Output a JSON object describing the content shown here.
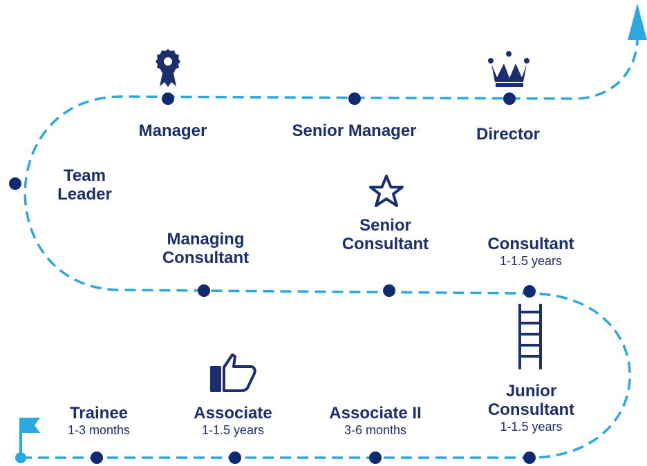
{
  "colors": {
    "path": "#2aa8df",
    "navy": "#1b2e6e",
    "marker": "#0e2a72",
    "start_point": "#2aa8df"
  },
  "icons": {
    "start": "flag-icon",
    "manager": "award-ribbon-icon",
    "director": "crown-icon",
    "senior_consultant": "star-icon",
    "junior_consultant": "ladder-icon",
    "associate": "thumbs-up-icon",
    "end": "arrow-up-icon"
  },
  "stages": {
    "trainee": {
      "title": "Trainee",
      "duration": "1-3 months"
    },
    "associate": {
      "title": "Associate",
      "duration": "1-1.5 years"
    },
    "associate_ii": {
      "title": "Associate II",
      "duration": "3-6 months"
    },
    "junior_consultant": {
      "title_line1": "Junior",
      "title_line2": "Consultant",
      "duration": "1-1.5 years"
    },
    "consultant": {
      "title": "Consultant",
      "duration": "1-1.5 years"
    },
    "senior_consultant": {
      "title_line1": "Senior",
      "title_line2": "Consultant"
    },
    "managing_consultant": {
      "title_line1": "Managing",
      "title_line2": "Consultant"
    },
    "team_leader": {
      "title_line1": "Team",
      "title_line2": "Leader"
    },
    "manager": {
      "title": "Manager"
    },
    "senior_manager": {
      "title": "Senior Manager"
    },
    "director": {
      "title": "Director"
    }
  }
}
